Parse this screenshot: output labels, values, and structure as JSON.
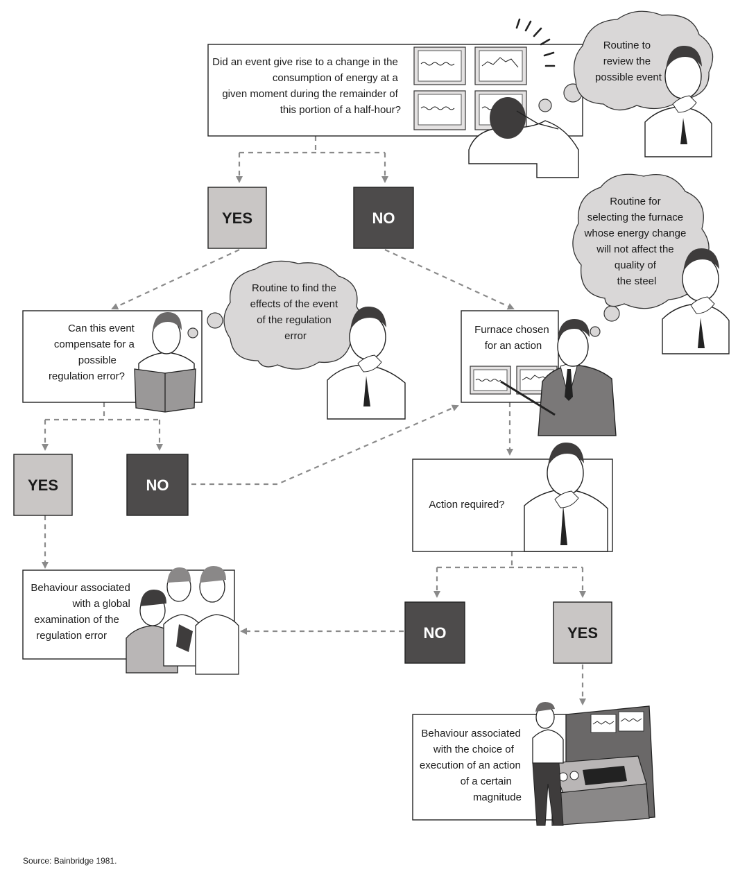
{
  "boxes": {
    "event_question": [
      "Did an event give rise to a change in the",
      "consumption of energy at a",
      "given moment during the remainder of",
      "this portion of a half-hour?"
    ],
    "compensate_question": [
      "Can this event",
      "compensate for a",
      "possible",
      "regulation error?"
    ],
    "furnace_chosen": [
      "Furnace chosen",
      "for an action"
    ],
    "action_required": [
      "Action required?"
    ],
    "behaviour_global": [
      "Behaviour associated",
      "with a global",
      "examination of the",
      "regulation error"
    ],
    "behaviour_action": [
      "Behaviour associated",
      "with the choice of",
      "execution of an action",
      "of a certain",
      "magnitude"
    ]
  },
  "clouds": {
    "review_event": [
      "Routine to",
      "review the",
      "possible event"
    ],
    "select_furnace": [
      "Routine for",
      "selecting the furnace",
      "whose energy change",
      "will not affect the",
      "quality of",
      "the steel"
    ],
    "find_effects": [
      "Routine to find the",
      "effects of the event",
      "of the regulation",
      "error"
    ]
  },
  "decisions": {
    "yes": "YES",
    "no": "NO"
  },
  "source": "Source: Bainbridge 1981.",
  "colors": {
    "yes_fill": "#c9c6c5",
    "no_fill": "#4d4b4b",
    "connector": "#8a8a8a",
    "cloud": "#d9d7d7"
  }
}
